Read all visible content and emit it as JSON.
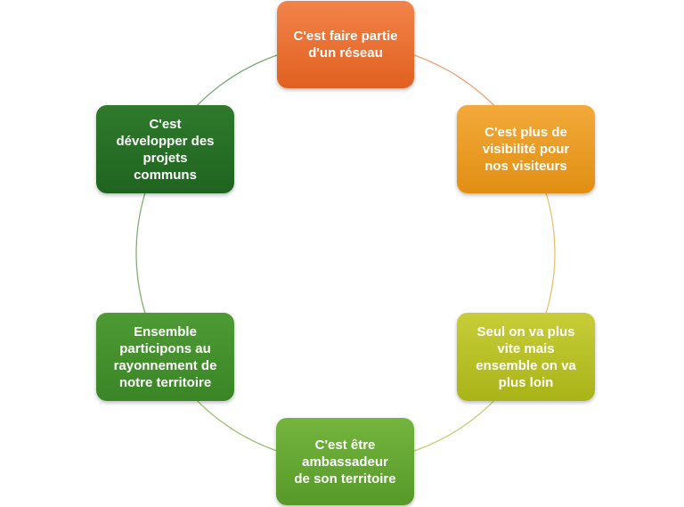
{
  "diagram": {
    "type": "cycle",
    "nodes": [
      {
        "label": "C'est faire partie\nd'un réseau",
        "color_top": "#f2834a",
        "color_bottom": "#e0601f"
      },
      {
        "label": "C'est plus de\nvisibilité pour\nnos visiteurs",
        "color_top": "#f3a93a",
        "color_bottom": "#e08f12"
      },
      {
        "label": "Seul on va plus\nvite mais\nensemble on va\nplus loin",
        "color_top": "#c7cd38",
        "color_bottom": "#a9b418"
      },
      {
        "label": "C'est être\nambassadeur\nde son territoire",
        "color_top": "#74b53e",
        "color_bottom": "#57992a"
      },
      {
        "label": "Ensemble\nparticipons au\nrayonnement de\nnotre territoire",
        "color_top": "#4e9b34",
        "color_bottom": "#3a8526"
      },
      {
        "label": "C'est\ndévelopper des\nprojets\ncommuns",
        "color_top": "#2f7a2c",
        "color_bottom": "#1f6420"
      }
    ],
    "ring_segment_colors": [
      "#f0a070",
      "#e8c070",
      "#c8cc70",
      "#98c070",
      "#80b070",
      "#70a870"
    ]
  }
}
